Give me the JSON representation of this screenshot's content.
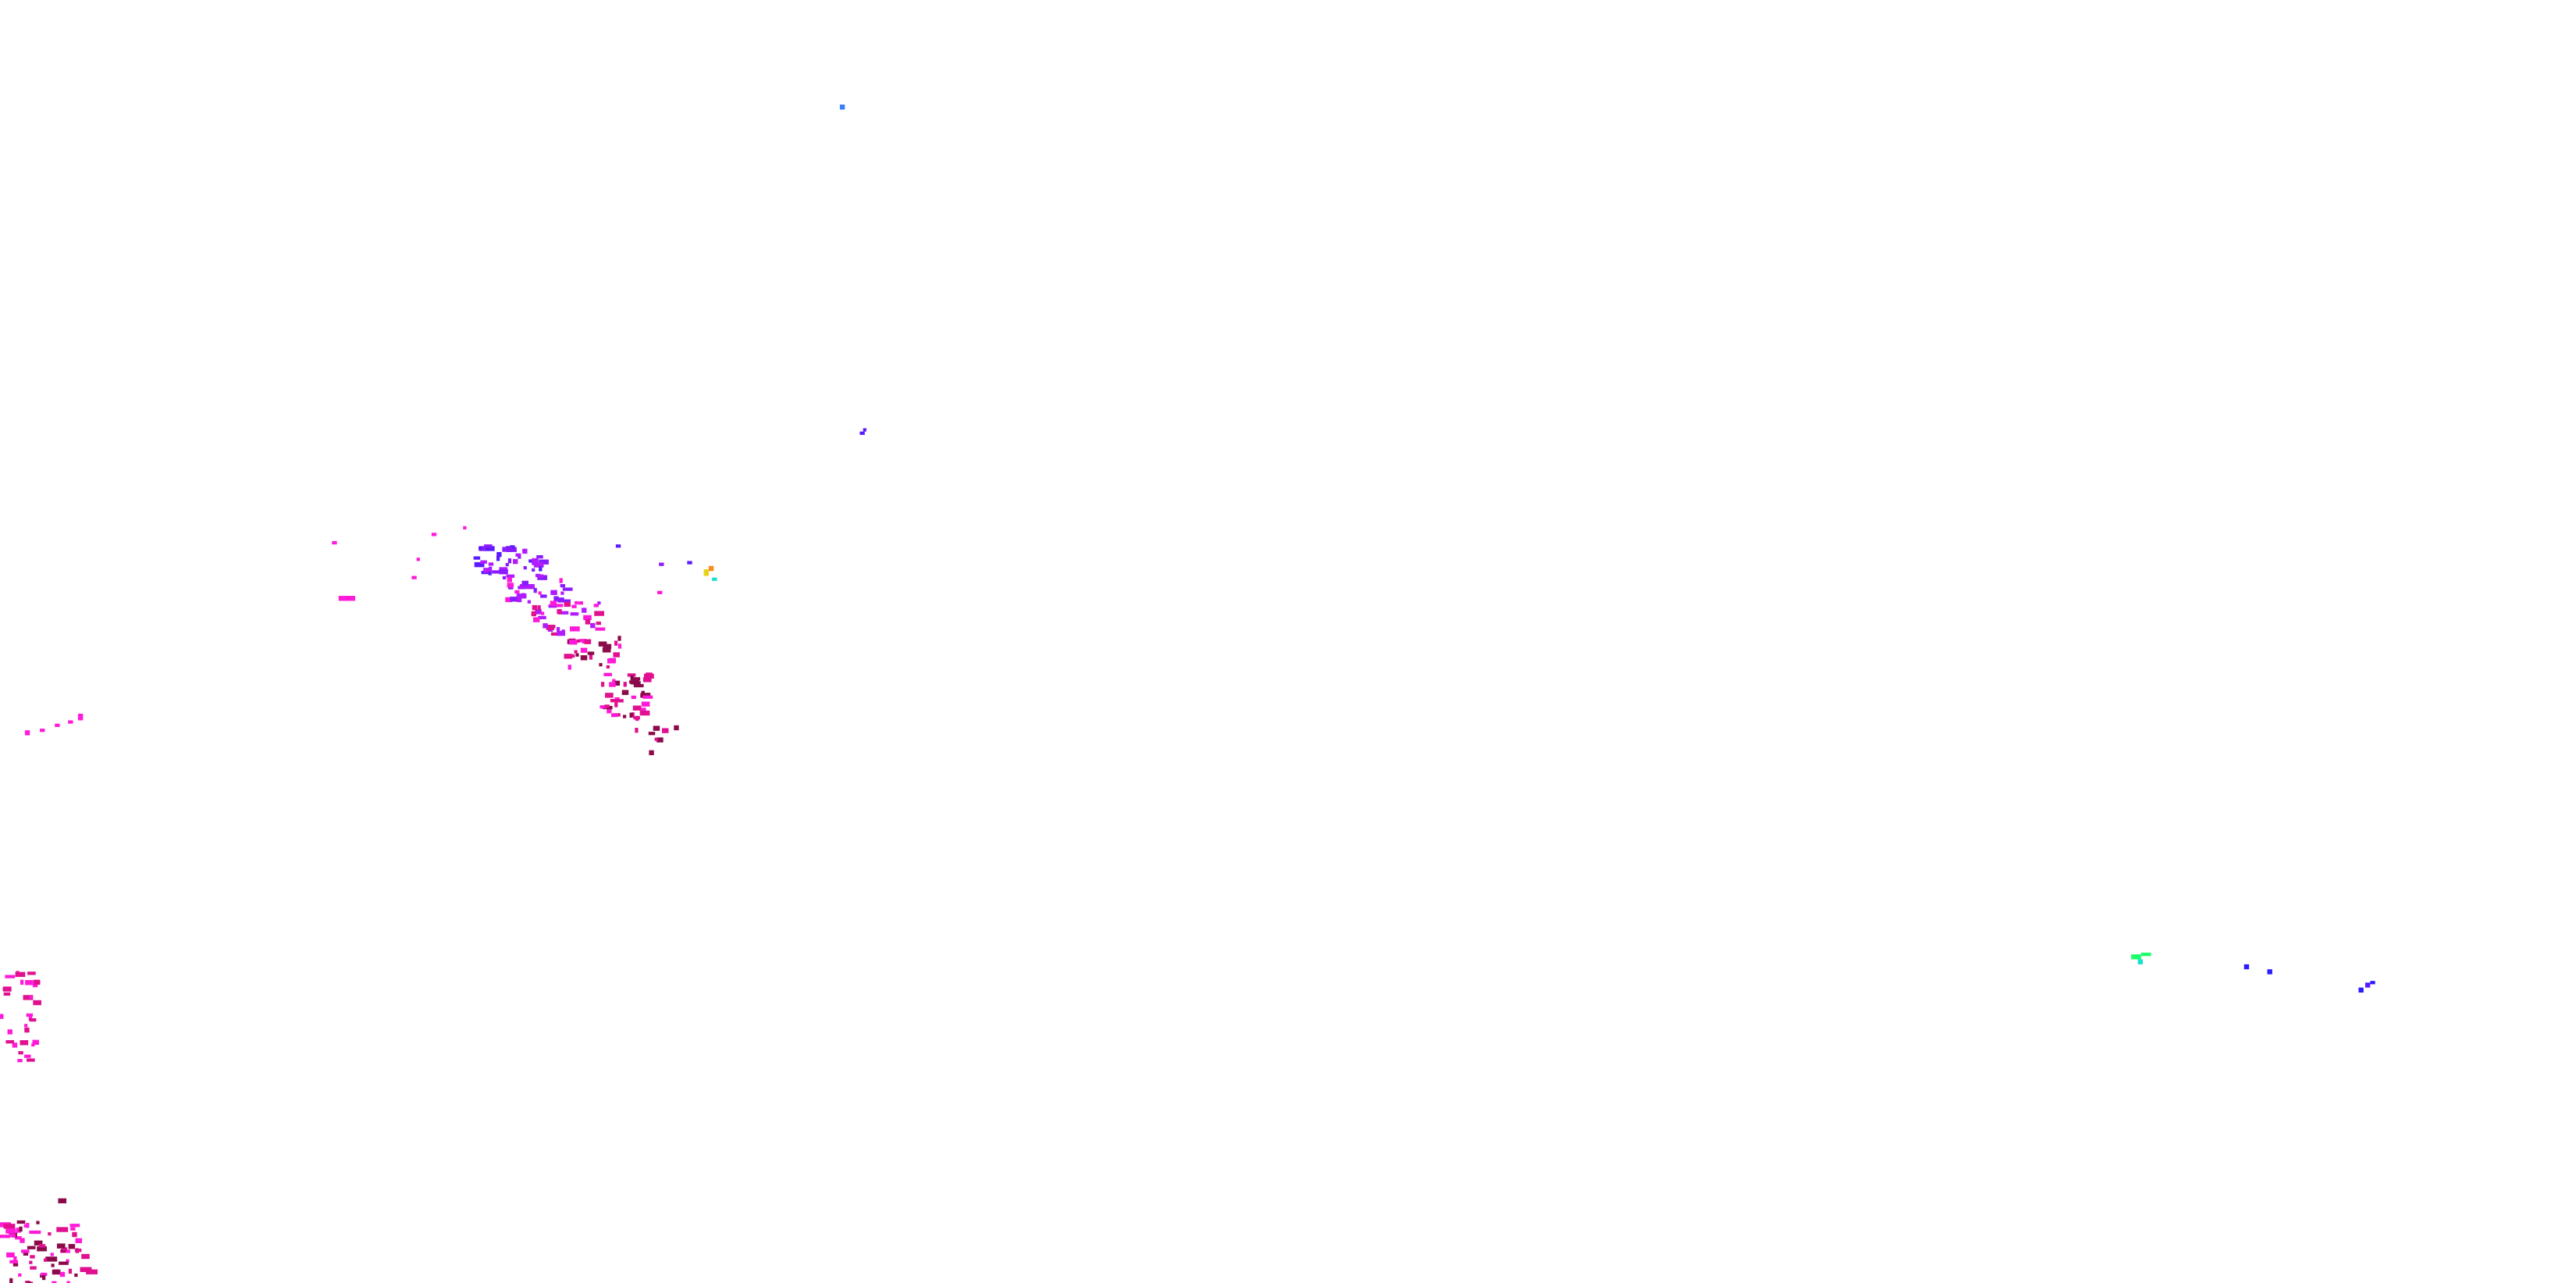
{
  "map": {
    "type": "radar-overlay",
    "background_color": "#ffffff",
    "palette": {
      "blue": "#3a7bff",
      "indigo": "#5a1aff",
      "violet": "#8a1aff",
      "purple": "#b21aff",
      "magenta": "#ff1ad9",
      "pink": "#e0108f",
      "maroon": "#8a0a4a",
      "green": "#1aff6a",
      "teal": "#1adfd0",
      "orange": "#ff8a1a",
      "yellow": "#e6d21a",
      "deep-blue": "#2a1aff"
    },
    "echo_clusters": [
      {
        "name": "isolated-echo-north",
        "dominant_color": "blue"
      },
      {
        "name": "isolated-echo-center",
        "dominant_color": "indigo"
      },
      {
        "name": "main-echo-band",
        "dominant_color": "magenta"
      },
      {
        "name": "small-multicolor-cell",
        "dominant_color": "orange"
      },
      {
        "name": "west-echo-line",
        "dominant_color": "magenta"
      },
      {
        "name": "southwest-edge-cluster",
        "dominant_color": "magenta"
      },
      {
        "name": "bottom-left-cluster",
        "dominant_color": "pink"
      },
      {
        "name": "east-echo-group",
        "dominant_color": "deep-blue"
      }
    ]
  }
}
